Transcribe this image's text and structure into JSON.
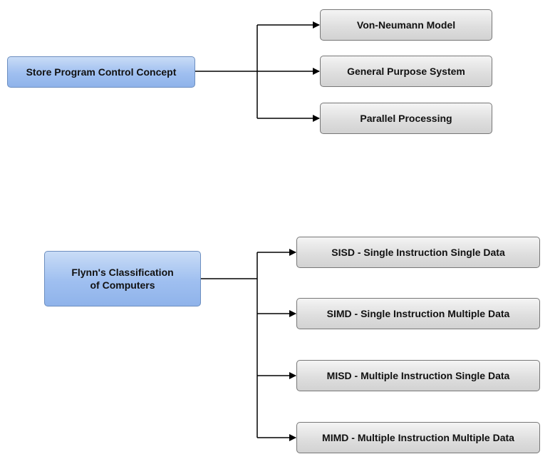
{
  "diagram_1": {
    "root": "Store Program Control Concept",
    "children": [
      "Von-Neumann Model",
      "General Purpose System",
      "Parallel Processing"
    ]
  },
  "diagram_2": {
    "root": "Flynn's Classification\nof Computers",
    "children": [
      "SISD - Single Instruction Single Data",
      "SIMD - Single Instruction Multiple Data",
      "MISD - Multiple Instruction Single Data",
      "MIMD - Multiple Instruction Multiple Data"
    ]
  },
  "colors": {
    "root_fill": "#9fbff0",
    "root_border": "#6c8ebf",
    "child_fill": "#dddddd",
    "child_border": "#777777",
    "connector": "#000000"
  }
}
